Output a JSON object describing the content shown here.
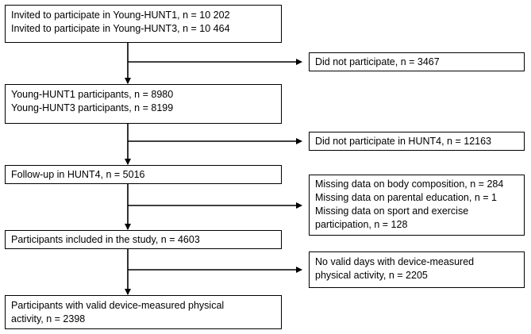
{
  "diagram": {
    "main_boxes": [
      {
        "lines": [
          "Invited to participate in Young-HUNT1, n = 10 202",
          "Invited to participate in Young-HUNT3, n = 10 464"
        ]
      },
      {
        "lines": [
          "Young-HUNT1 participants, n = 8980",
          "Young-HUNT3 participants, n = 8199"
        ]
      },
      {
        "lines": [
          "Follow-up in HUNT4, n = 5016"
        ]
      },
      {
        "lines": [
          "Participants included in the study, n = 4603"
        ]
      },
      {
        "lines": [
          "Participants with valid device-measured physical",
          "activity, n = 2398"
        ]
      }
    ],
    "exclusion_boxes": [
      {
        "lines": [
          "Did not participate, n = 3467"
        ]
      },
      {
        "lines": [
          "Did not participate in HUNT4, n = 12163"
        ]
      },
      {
        "lines": [
          "Missing data on body composition, n = 284",
          "Missing data on parental education, n = 1",
          "Missing data on sport and exercise",
          "participation, n = 128"
        ]
      },
      {
        "lines": [
          "No valid days with device-measured",
          "physical activity, n = 2205"
        ]
      }
    ],
    "colors": {
      "border": "#000000",
      "arrow": "#000000",
      "background": "#ffffff"
    }
  }
}
